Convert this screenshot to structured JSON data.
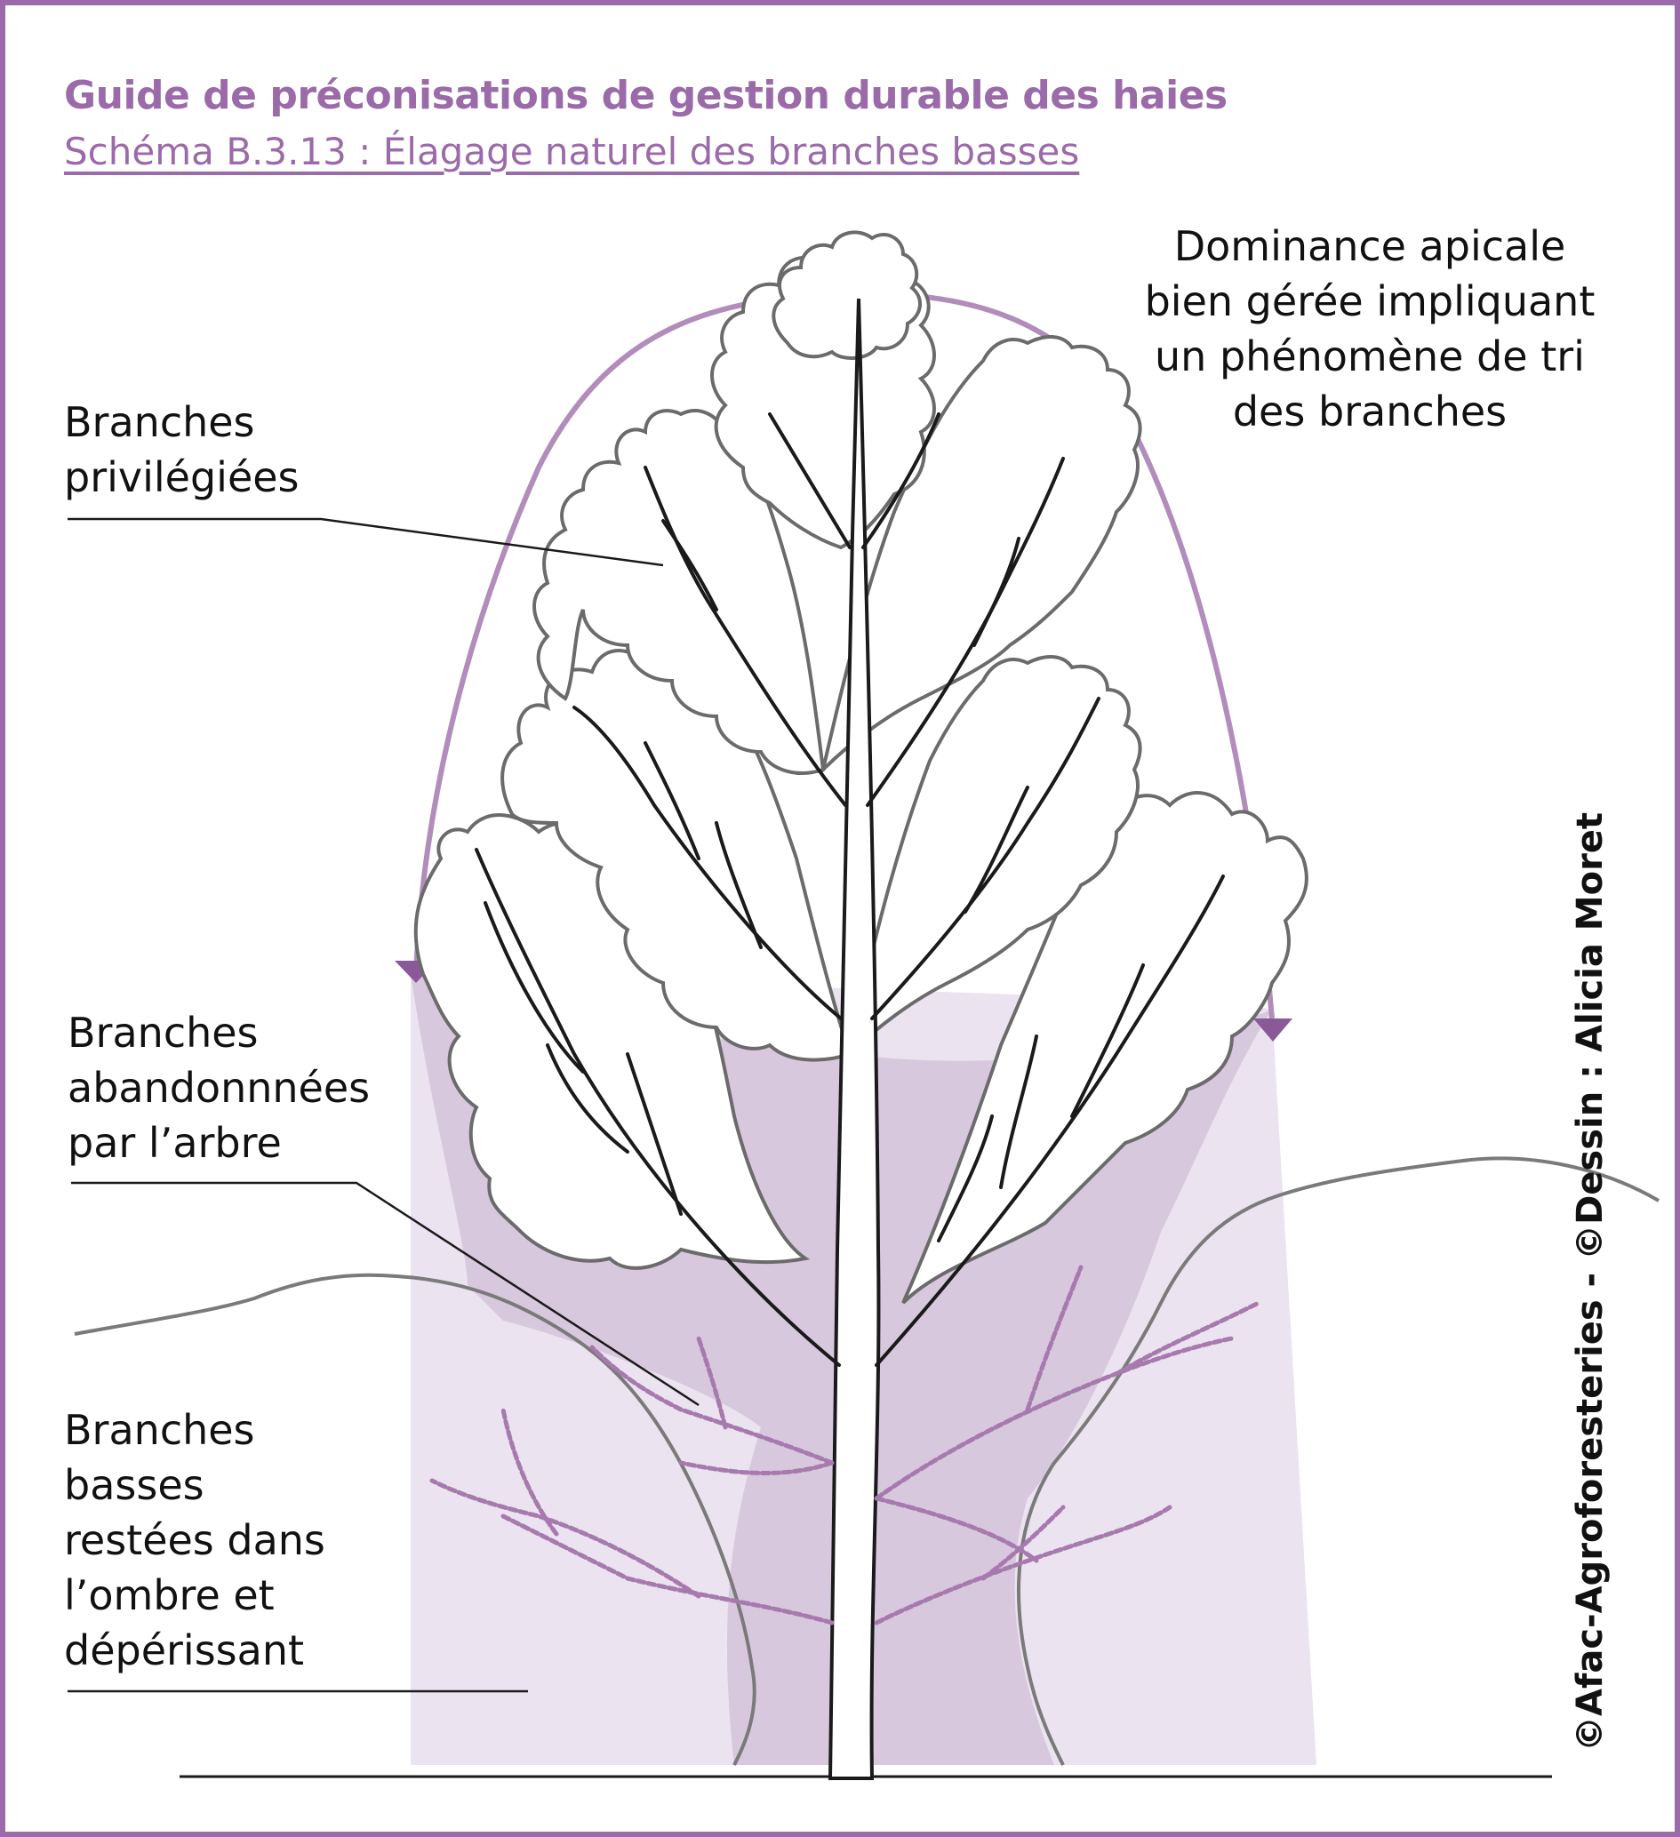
{
  "header": {
    "title": "Guide de préconisations de gestion durable des haies",
    "subtitle": "Schéma B.3.13 : Élagage naturel des branches basses"
  },
  "labels": {
    "dominance": [
      "Dominance apicale",
      "bien gérée impliquant",
      "un phénomène de tri",
      "des branches"
    ],
    "privilegiees": [
      "Branches",
      "privilégiées"
    ],
    "abandonnees": [
      "Branches",
      "abandonnnées",
      "par l’arbre"
    ],
    "basses": [
      "Branches",
      "basses",
      "restées dans",
      "l’ombre et",
      "dépérissant"
    ]
  },
  "credit": "©Afac-Agroforesteries - ©Dessin : Alicia Moret",
  "colors": {
    "accent": "#9b6aa9",
    "shade_light": "#ebe3ef",
    "shade_dark": "#d8c8de",
    "dead_branch": "#a77aae",
    "line": "#1a1a1a",
    "crown_outline": "#6b6b6b"
  }
}
